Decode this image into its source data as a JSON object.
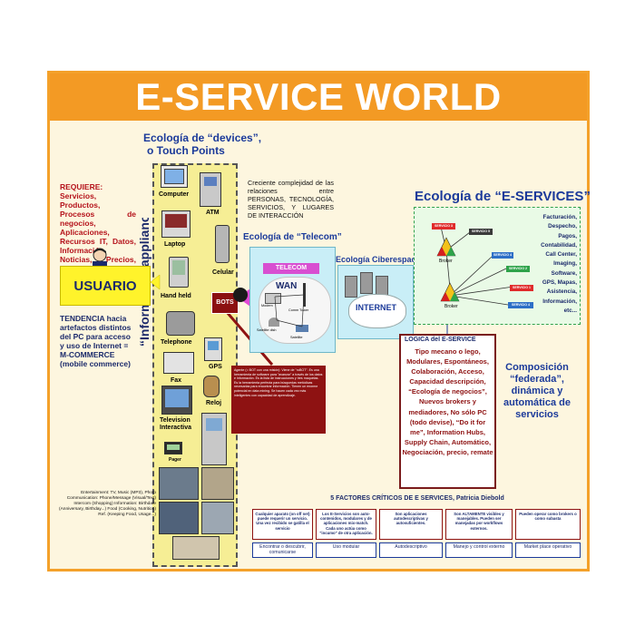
{
  "title": "E-SERVICE WORLD",
  "devices_heading": [
    "Ecología de “devices”,",
    "o Touch Points"
  ],
  "info_appliances": "“Information appliances”",
  "requiere": {
    "title": "REQUIERE:",
    "text": "Servicios, Productos, Procesos de negocios, Aplicaciones, Recursos IT, Datos, Información, Noticias, Precios, Novedades,"
  },
  "usuario": "USUARIO",
  "tendencia": "TENDENCIA hacia artefactos distintos del PC para acceso y uso de Internet = M-COMMERCE (mobile commerce)",
  "devices": {
    "computer": "Computer",
    "atm": "ATM",
    "laptop": "Laptop",
    "celular": "Celular",
    "handheld": "Hand held",
    "telephone": "Telephone",
    "gps": "GPS",
    "fax": "Fax",
    "reloj": "Reloj",
    "tv": [
      "Television",
      "Interactiva"
    ],
    "pager": "Pager"
  },
  "bots": "BOTS",
  "complejidad": "Creciente complejidad de las relaciones entre PERSONAS, TECNOLOGÍA, SERVICIOS, Y LUGARES DE INTERACCIÓN",
  "telecom_heading": "Ecología de “Telecom”",
  "telecom_label": "TELECOM",
  "wan": "WAN",
  "telecom_parts": {
    "modem": "Modem",
    "comm_tower": "Comm Tower",
    "satellite_dish": "Satellite dish",
    "satellite": "Satellite"
  },
  "cyber_heading": "Ecología Ciberespacio",
  "internet": "INTERNET",
  "eservices_heading": "Ecología de “E-SERVICES”",
  "servicios": [
    "SERVICIO 1",
    "SERVICIO 2",
    "SERVICIO 3",
    "SERVICIO 4",
    "SERVICIO 5"
  ],
  "broker": "Broker",
  "eservices_list": "Facturación, Despecho, Pagos, Contabilidad, Call Center, Imaging, Software, GPS, Mapas, Asistencia, Información, etc...",
  "logica": {
    "title": "LOGICA del E-SERVICE",
    "text": "Tipo mecano o lego, Modulares, Espontáneos, Colaboración, Acceso, Capacidad descripción, “Ecología de negocios”, Nuevos brokers y mediadores, No sólo PC (todo devise), “Do it for me”, Information Hubs, Supply Chain, Automático, Negociación, precio, remate"
  },
  "composicion": "Composición “federada”, dinámica y automática de servicios",
  "bot_note": "Agente (= BOT con una misión): Viene de \"roBOT\". Es una herramienta de software para \"avanzar\" a través de los datos e información. Es la lista de instrucciones y tres maquetas. Es la herramienta perfecta para búsquedas metódicas necesarias para encontrar información. Tienen un enorme potencial en data mining. Se hacen cada vez más inteligentes con capacidad de aprendizaje.",
  "entertainment": "Entertainment: TV, Music (MP3), Photo Communication: Phone/Message (Visual/Text) Intercom (Shopping) Information: Birthdate (Anniversary, Birthday...) Food (Cooking, Nutrition) Ref. (Keeping Food, Usage...)",
  "factores_title": "5 FACTORES CRÍTICOS DE E SERVICES, Patricia Diebold",
  "factores": [
    {
      "top": "Cualquier aparato (on off net) puede requerir un servicio. Una vez recibido se gatilla el servicio",
      "bottom": "Encontrar o descubrir, comunicarse"
    },
    {
      "top": "Los E-Servicios son auto-contenidos, modulares y de aplicaciones mix-match. Cada uno actúa como \"incumo\" de otra aplicación.",
      "bottom": "Uso modular"
    },
    {
      "top": "Son aplicaciones autodescriptivas y autosuficientes.",
      "bottom": "Autodescriptivo"
    },
    {
      "top": "Son ALTAMENTE visibles y manejables. Pueden ser manejadas por workflows externos.",
      "bottom": "Manejo y control externo"
    },
    {
      "top": "Pueden operar como brokers o como subasta",
      "bottom": "Market place operativo"
    }
  ],
  "colors": {
    "orange": "#f39a24",
    "yellow_panel": "#f6ee95",
    "navy": "#1b2a6b",
    "dark_red": "#8e1212",
    "cyan_panel": "#c9eef7",
    "green_panel": "#e9fae6"
  }
}
